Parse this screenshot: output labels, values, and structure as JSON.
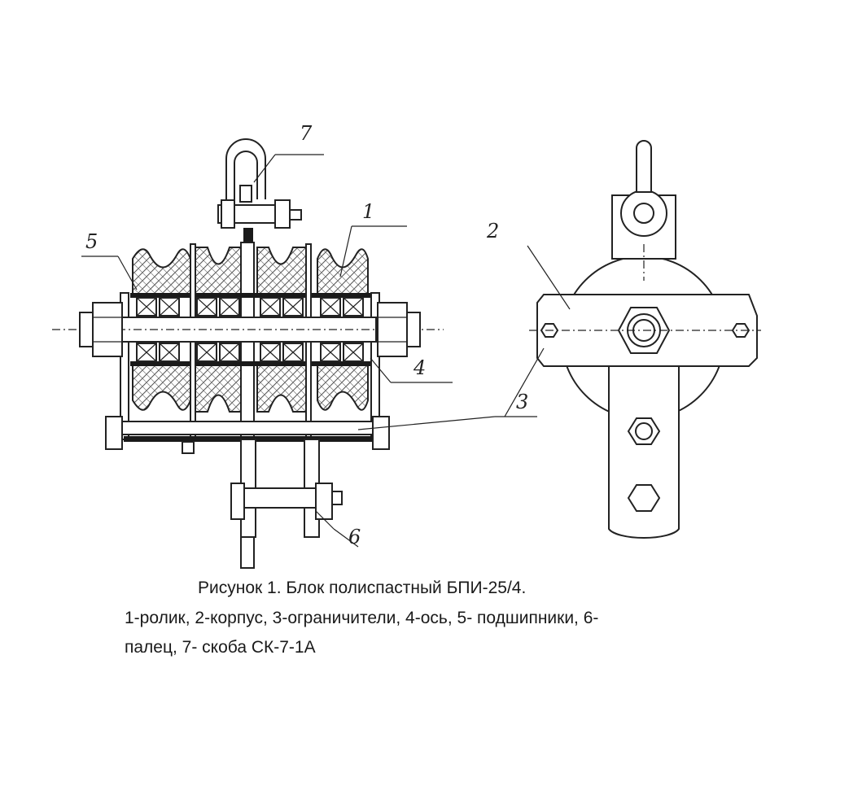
{
  "labels": {
    "roller": "1",
    "body": "2",
    "limiters": "3",
    "axle": "4",
    "bearings": "5",
    "pin": "6",
    "shackle": "7"
  },
  "caption": {
    "title": "Рисунок 1. Блок полиспастный БПИ-25/4.",
    "legend_line1": "1-ролик, 2-корпус, 3-ограничители, 4-ось, 5- подшипники, 6-",
    "legend_line2": "палец, 7- скоба СК-7-1А"
  }
}
